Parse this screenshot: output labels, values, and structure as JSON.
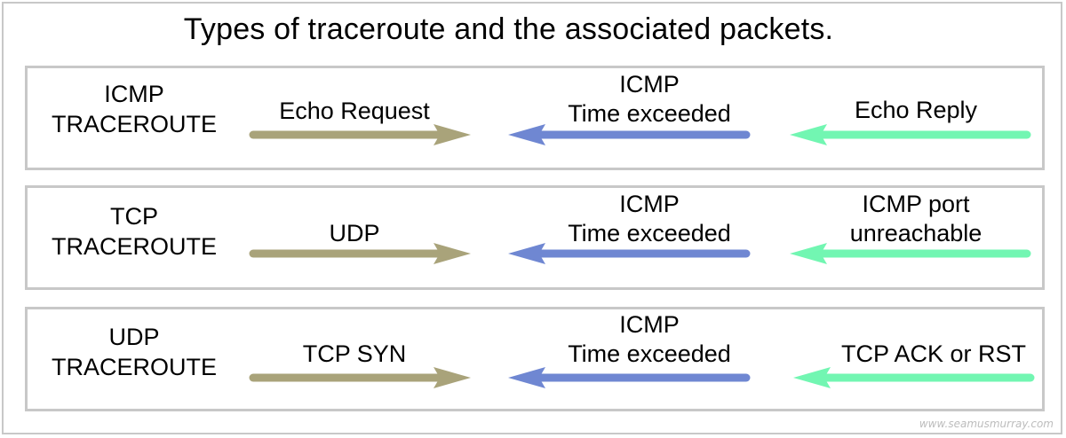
{
  "title": "Types of traceroute and the associated packets.",
  "colors": {
    "request_arrow": "#a9a37a",
    "time_exceeded_arrow": "#6f87d2",
    "reply_arrow": "#72f6b2",
    "border": "#c8c8c8"
  },
  "rows": [
    {
      "label_line1": "ICMP",
      "label_line2": "TRACEROUTE",
      "request": "Echo Request",
      "middle_line1": "ICMP",
      "middle_line2": "Time exceeded",
      "reply_line1": "",
      "reply_line2": "Echo Reply"
    },
    {
      "label_line1": "TCP",
      "label_line2": "TRACEROUTE",
      "request": "UDP",
      "middle_line1": "ICMP",
      "middle_line2": "Time exceeded",
      "reply_line1": "ICMP port",
      "reply_line2": "unreachable"
    },
    {
      "label_line1": "UDP",
      "label_line2": "TRACEROUTE",
      "request": "TCP SYN",
      "middle_line1": "ICMP",
      "middle_line2": "Time exceeded",
      "reply_line1": "",
      "reply_line2": "TCP ACK or RST"
    }
  ],
  "watermark": "www.seamusmurray.com"
}
